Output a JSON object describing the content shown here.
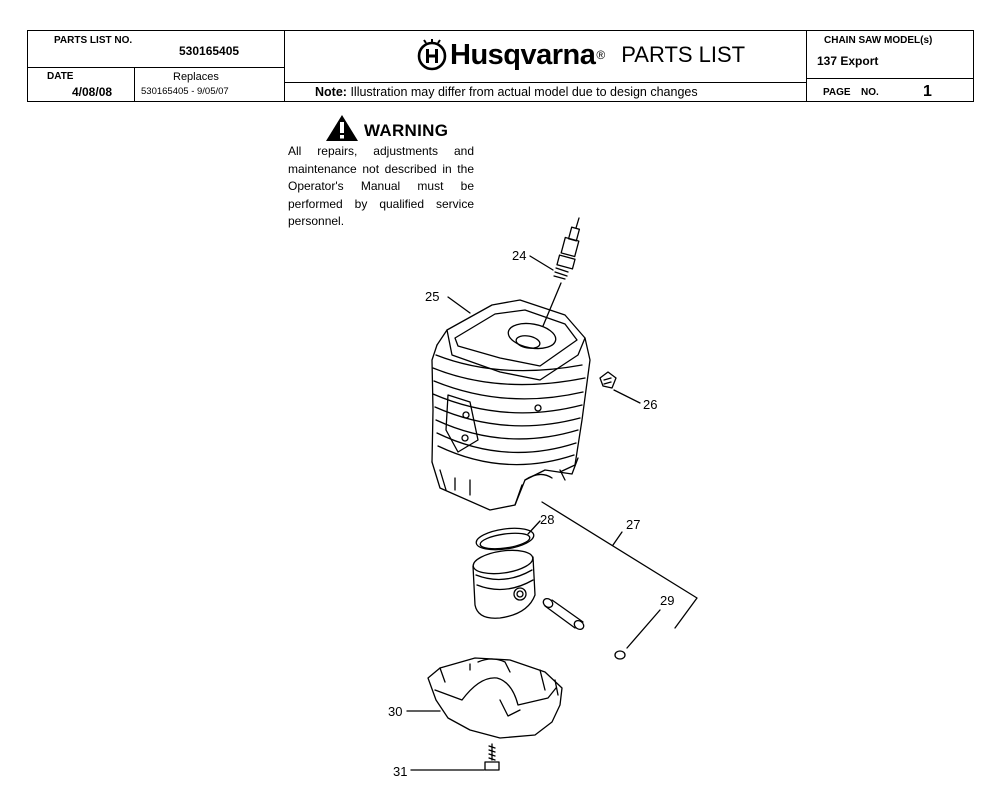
{
  "header": {
    "parts_list_no_label": "PARTS LIST NO.",
    "parts_list_no": "530165405",
    "date_label": "DATE",
    "date": "4/08/08",
    "replaces_label": "Replaces",
    "replaces": "530165405 - 9/05/07",
    "brand": "Husqvarna",
    "registered": "®",
    "title": "PARTS LIST",
    "note_label": "Note:",
    "note_text": "Illustration may differ from actual model due to design changes",
    "model_label": "CHAIN SAW MODEL(s)",
    "model": "137 Export",
    "page_label": "PAGE",
    "page_no_label": "NO.",
    "page_no": "1"
  },
  "warning": {
    "title": "WARNING",
    "body": "All repairs, adjustments and maintenance not described in the Operator's Manual must be performed by qualified service personnel."
  },
  "callouts": {
    "c24": "24",
    "c25": "25",
    "c26": "26",
    "c27": "27",
    "c28": "28",
    "c29": "29",
    "c30": "30",
    "c31": "31"
  }
}
